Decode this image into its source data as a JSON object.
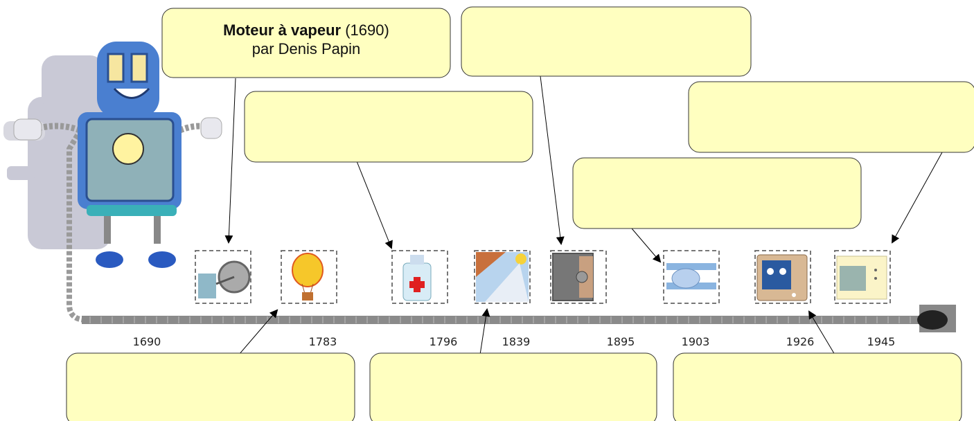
{
  "colors": {
    "callout_fill": "#ffffc0",
    "callout_border": "#333333",
    "track": "#8a8a8a",
    "robot_body": "#4a7fd0",
    "robot_shadow": "#c9c9d6",
    "arrow": "#000000"
  },
  "callouts": [
    {
      "id": "c1",
      "bold": "Moteur à vapeur",
      "rest": " (1690)",
      "line2": "par Denis Papin"
    },
    {
      "id": "c2",
      "bold": "",
      "rest": "",
      "line2": ""
    },
    {
      "id": "c3",
      "bold": "",
      "rest": "",
      "line2": ""
    },
    {
      "id": "c4",
      "bold": "",
      "rest": "",
      "line2": ""
    },
    {
      "id": "c5",
      "bold": "",
      "rest": "",
      "line2": ""
    },
    {
      "id": "c6",
      "bold": "",
      "rest": "",
      "line2": ""
    },
    {
      "id": "c7",
      "bold": "",
      "rest": "",
      "line2": ""
    },
    {
      "id": "c8",
      "bold": "",
      "rest": "",
      "line2": ""
    }
  ],
  "timeline": {
    "years": [
      "1690",
      "1783",
      "1796",
      "1839",
      "1895",
      "1903",
      "1926",
      "1945"
    ],
    "icons": [
      "steam-engine-icon",
      "hot-air-balloon-icon",
      "vaccine-bottle-icon",
      "photograph-icon",
      "safe-icon",
      "airplane-icon",
      "television-icon",
      "microwave-icon"
    ]
  }
}
